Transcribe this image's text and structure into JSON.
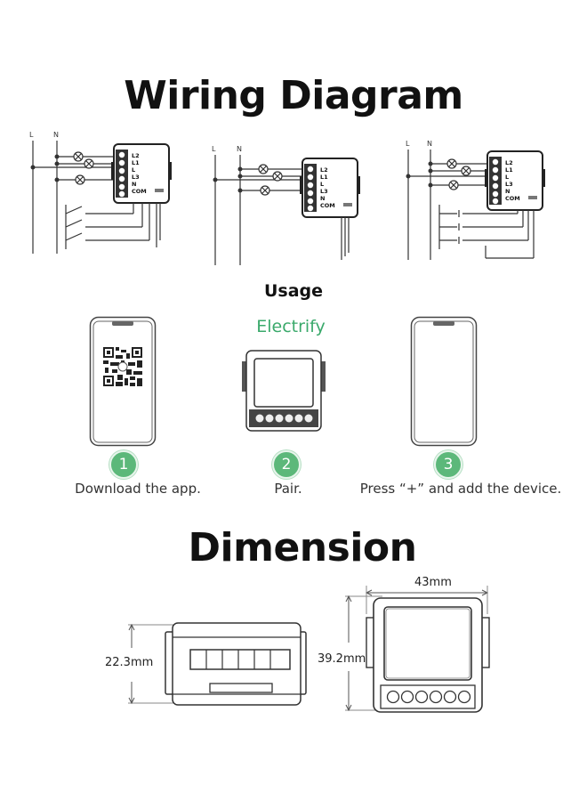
{
  "headings": {
    "wiring": "Wiring Diagram",
    "usage": "Usage",
    "dimension": "Dimension"
  },
  "brand": {
    "name": "Electrify",
    "color": "#3aa96b"
  },
  "wiring": {
    "line_labels": [
      "L",
      "N"
    ],
    "terminal_labels": [
      "L2",
      "L1",
      "L",
      "L3",
      "N",
      "COM"
    ]
  },
  "steps": [
    {
      "number": "1",
      "text": "Download the app."
    },
    {
      "number": "2",
      "text": "Pair."
    },
    {
      "number": "3",
      "text": "Press “+” and add the device."
    }
  ],
  "dimensions": {
    "width": "43mm",
    "height": "39.2mm",
    "depth": "22.3mm"
  },
  "colors": {
    "step_circle": "#5cb87a"
  }
}
